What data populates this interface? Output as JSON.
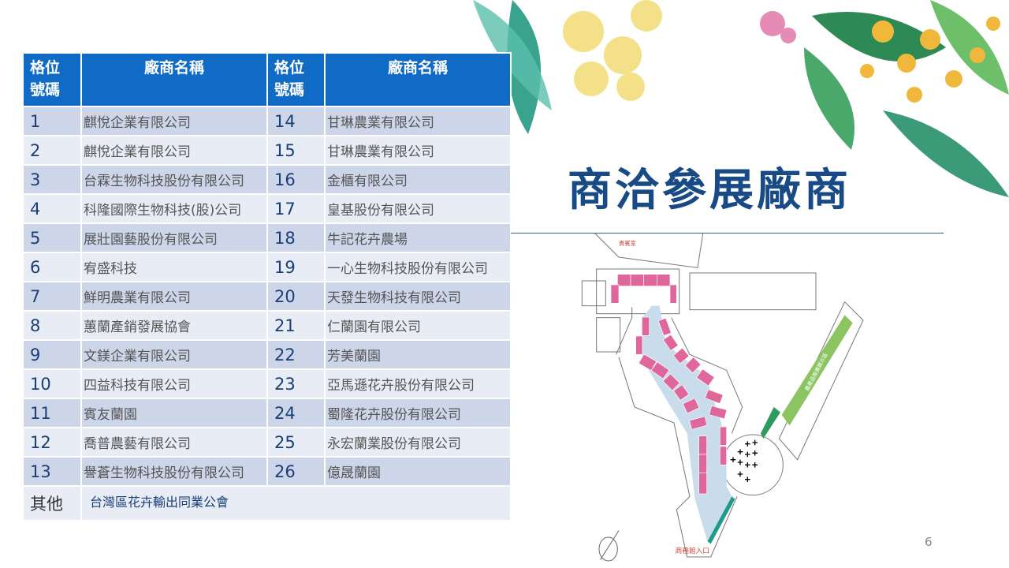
{
  "title": "商洽參展廠商",
  "page_number": "6",
  "table": {
    "headers": [
      "格位\n號碼",
      "廠商名稱",
      "格位\n號碼",
      "廠商名稱"
    ],
    "rows": [
      {
        "n1": "1",
        "v1": "麒悅企業有限公司",
        "n2": "14",
        "v2": "甘琳農業有限公司"
      },
      {
        "n1": "2",
        "v1": "麒悅企業有限公司",
        "n2": "15",
        "v2": "甘琳農業有限公司"
      },
      {
        "n1": "3",
        "v1": "台霖生物科技股份有限公司",
        "n2": "16",
        "v2": "金櫃有限公司"
      },
      {
        "n1": "4",
        "v1": "科隆國際生物科技(股)公司",
        "n2": "17",
        "v2": "皇基股份有限公司"
      },
      {
        "n1": "5",
        "v1": "展壯園藝股份有限公司",
        "n2": "18",
        "v2": "牛記花卉農場"
      },
      {
        "n1": "6",
        "v1": "宥盛科技",
        "n2": "19",
        "v2": "一心生物科技股份有限公司"
      },
      {
        "n1": "7",
        "v1": "鮮明農業有限公司",
        "n2": "20",
        "v2": "天發生物科技有限公司"
      },
      {
        "n1": "8",
        "v1": "蕙蘭產銷發展協會",
        "n2": "21",
        "v2": "仁蘭園有限公司"
      },
      {
        "n1": "9",
        "v1": "文鎂企業有限公司",
        "n2": "22",
        "v2": "芳美蘭園"
      },
      {
        "n1": "10",
        "v1": "四益科技有限公司",
        "n2": "23",
        "v2": "亞馬遜花卉股份有限公司"
      },
      {
        "n1": "11",
        "v1": "賓友蘭園",
        "n2": "24",
        "v2": "蜀隆花卉股份有限公司"
      },
      {
        "n1": "12",
        "v1": "喬普農藝有限公司",
        "n2": "25",
        "v2": "永宏蘭業股份有限公司"
      },
      {
        "n1": "13",
        "v1": "譽蒼生物科技股份有限公司",
        "n2": "26",
        "v2": "億晟蘭園"
      }
    ],
    "other": {
      "label": "其他",
      "value": "台灣區花卉輸出同業公會"
    }
  },
  "map": {
    "vip_room_label": "貴賓室",
    "entrance_label": "商務館入口",
    "green_zone_label": "農產品推廣展示區",
    "booth_color": "#e0679b",
    "aisle_color": "#c9dcec"
  }
}
